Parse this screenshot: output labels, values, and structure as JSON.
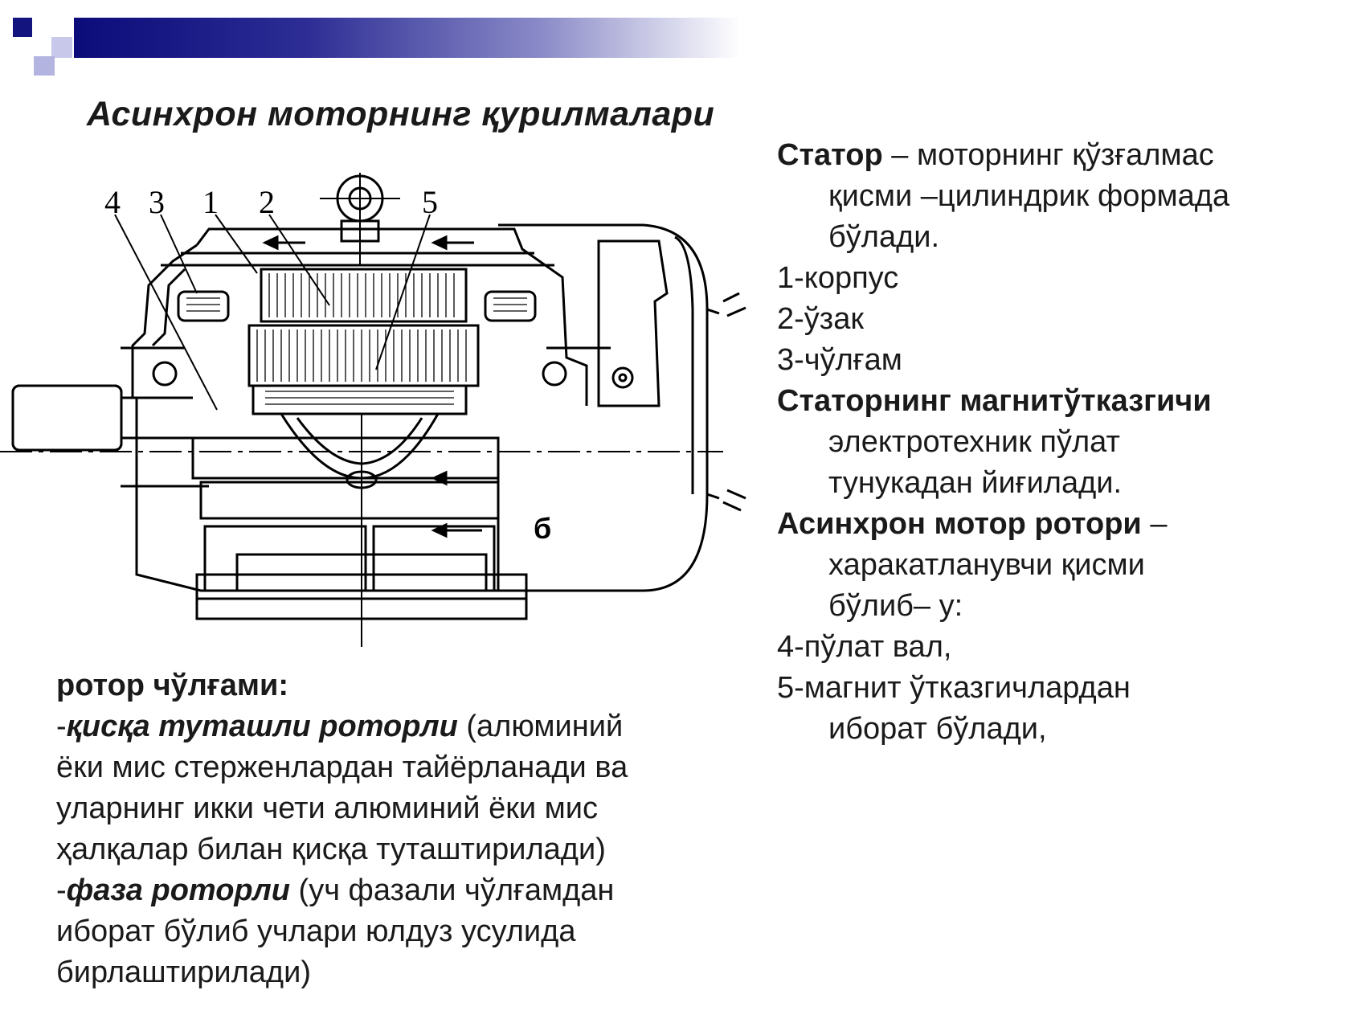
{
  "slide": {
    "title": "Асинхрон моторнинг қурилмалари",
    "accent_color": "#1a1a8c",
    "gradient_start": "#0b0b7a",
    "gradient_end": "#ffffff"
  },
  "diagram": {
    "callout_labels": [
      "4",
      "3",
      "1",
      "2",
      "5"
    ],
    "marker": "б"
  },
  "right_text": {
    "stator_term": "Статор",
    "stator_def_1": " – моторнинг қўзғалмас",
    "stator_def_2": "қисми –цилиндрик формада",
    "stator_def_3": "бўлади.",
    "item_1": "1-корпус",
    "item_2": "2-ўзак",
    "item_3": "3-чўлғам",
    "core_term": "Статорнинг магнитўтказгичи",
    "core_def_1": "электротехник пўлат",
    "core_def_2": "тунукадан йиғилади.",
    "rotor_term": "Асинхрон мотор ротори",
    "rotor_dash": " –",
    "rotor_def_1": "харакатланувчи қисми",
    "rotor_def_2": "бўлиб– у:",
    "item_4": "4-пўлат вал,",
    "item_5_1": "5-магнит ўтказгичлардан",
    "item_5_2": "иборат бўлади,"
  },
  "left_text": {
    "heading": "ротор чўлғами:",
    "short_dash": "-",
    "short_term": "қисқа туташли роторли",
    "short_def_1": " (алюминий",
    "short_def_2": "ёки мис стерженлардан тайёрланади ва",
    "short_def_3": "уларнинг икки чети алюминий ёки мис",
    "short_def_4": "ҳалқалар билан қисқа туташтирилади)",
    "phase_dash": "-",
    "phase_term": "фаза роторли",
    "phase_def_1": " (уч фазали чўлғамдан",
    "phase_def_2": "иборат бўлиб учлари юлдуз усулида",
    "phase_def_3": "бирлаштирилади)"
  }
}
